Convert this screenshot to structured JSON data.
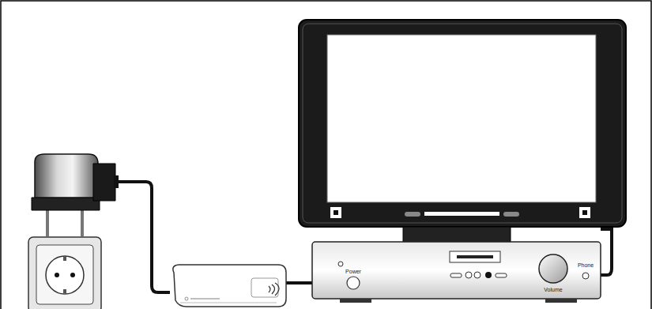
{
  "diagram": {
    "labels": [
      "Power",
      "Volume",
      "Phone"
    ]
  }
}
